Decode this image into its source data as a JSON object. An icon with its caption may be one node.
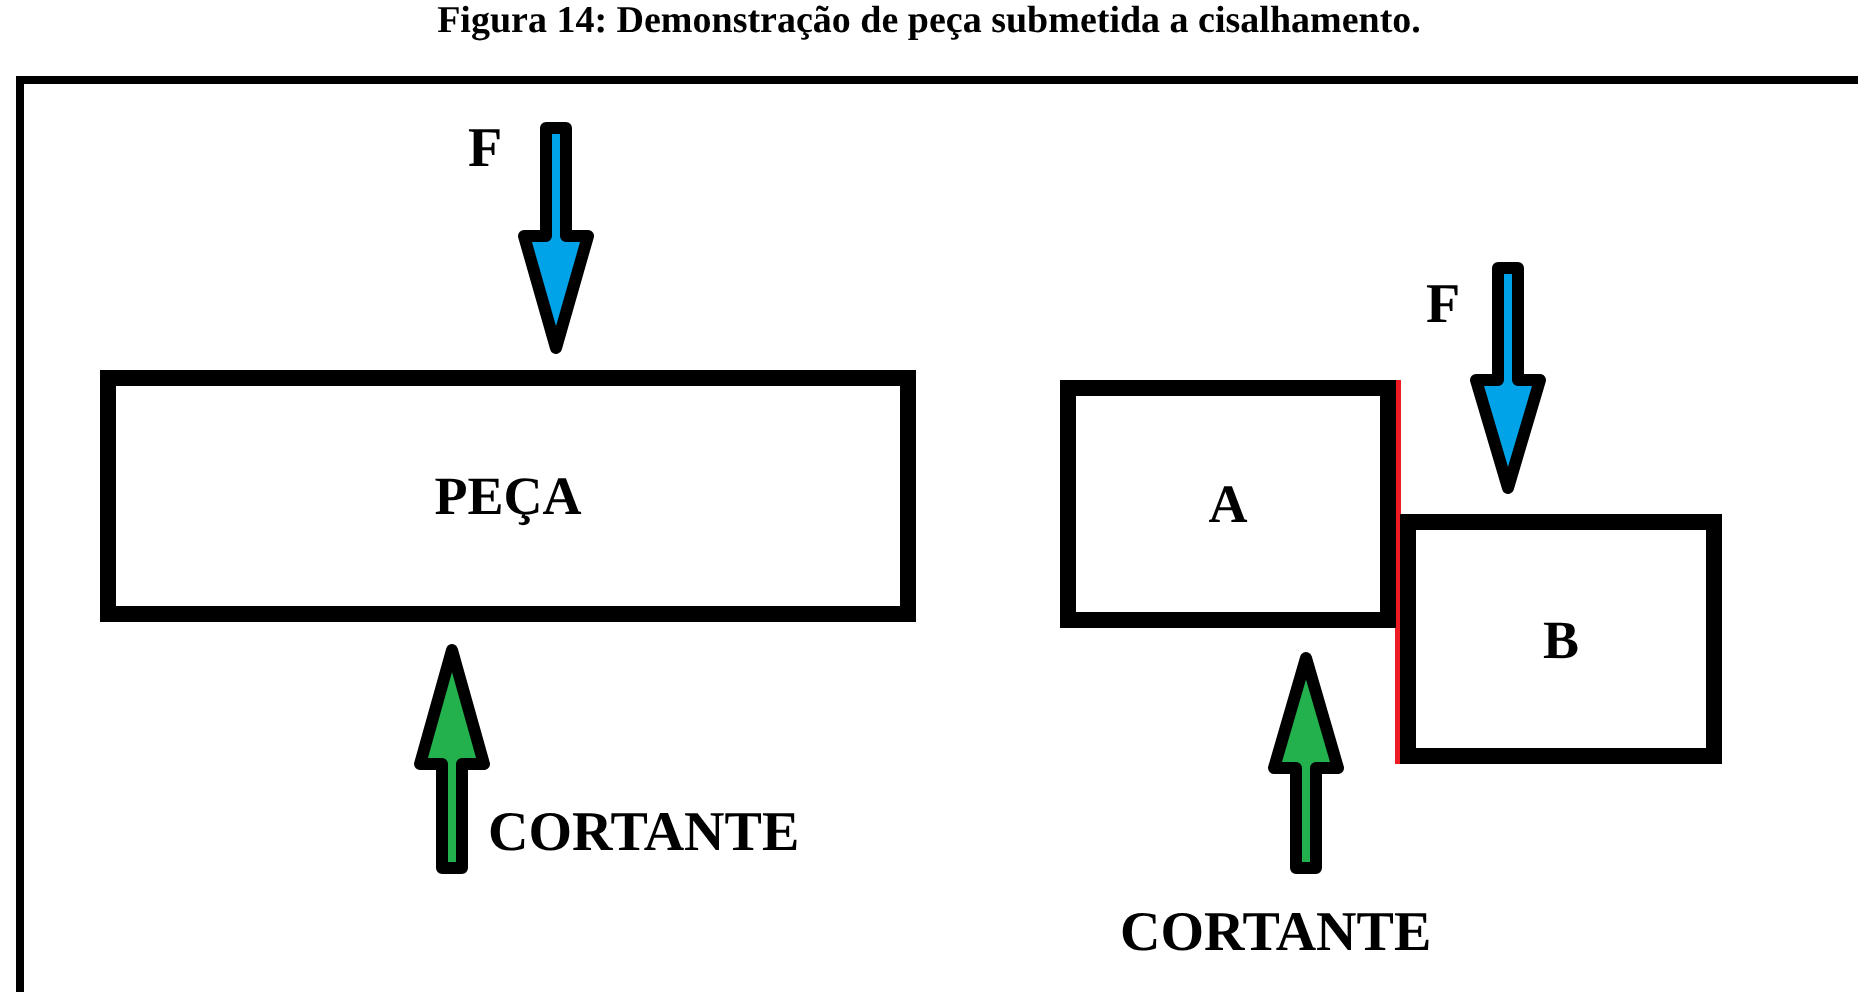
{
  "diagram": {
    "title": "Figura 14: Demonstração de peça submetida a cisalhamento.",
    "nodes": [
      {
        "text": [
          "PEÇA"
        ]
      },
      {
        "text": [
          "A"
        ]
      },
      {
        "text": [
          "B"
        ]
      }
    ],
    "labels": [
      "F",
      "F",
      "CORTANTE",
      "CORTANTE"
    ]
  }
}
